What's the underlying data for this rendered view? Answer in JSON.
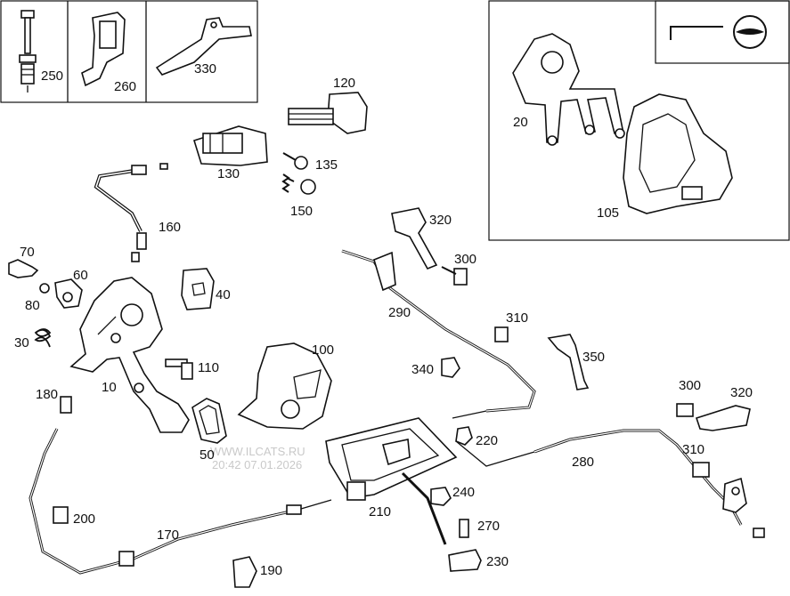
{
  "labels": {
    "p10": "10",
    "p20": "20",
    "p30": "30",
    "p40": "40",
    "p50": "50",
    "p60": "60",
    "p70": "70",
    "p80": "80",
    "p100": "100",
    "p105": "105",
    "p110": "110",
    "p120": "120",
    "p130": "130",
    "p135": "135",
    "p150": "150",
    "p160": "160",
    "p170": "170",
    "p180": "180",
    "p190": "190",
    "p200": "200",
    "p210": "210",
    "p220": "220",
    "p230": "230",
    "p240": "240",
    "p250": "250",
    "p260": "260",
    "p270": "270",
    "p280": "280",
    "p290": "290",
    "p300a": "300",
    "p300b": "300",
    "p310a": "310",
    "p310b": "310",
    "p320a": "320",
    "p320b": "320",
    "p330": "330",
    "p340": "340",
    "p350": "350"
  },
  "watermark": {
    "site": "WWW.ILCATS.RU",
    "timestamp": "20:42 07.01.2026"
  },
  "icons": {
    "steering": "steering-wheel-icon"
  }
}
